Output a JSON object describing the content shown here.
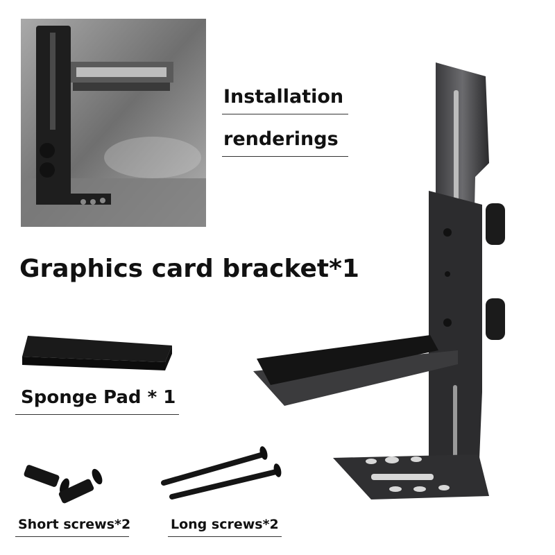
{
  "labels": {
    "installation": "Installation",
    "renderings": "renderings",
    "main_title": "Graphics card bracket*1",
    "sponge_pad": "Sponge Pad * 1",
    "short_screws": "Short screws*2",
    "long_screws": "Long screws*2"
  },
  "colors": {
    "text": "#111111",
    "metal_dark": "#2a2a2c",
    "metal_light": "#6b6b6e",
    "sponge": "#1a1a1a",
    "background": "#ffffff"
  },
  "icons": [
    "installation-photo",
    "bracket-icon",
    "sponge-pad-icon",
    "short-screw-icon",
    "long-screw-icon"
  ]
}
